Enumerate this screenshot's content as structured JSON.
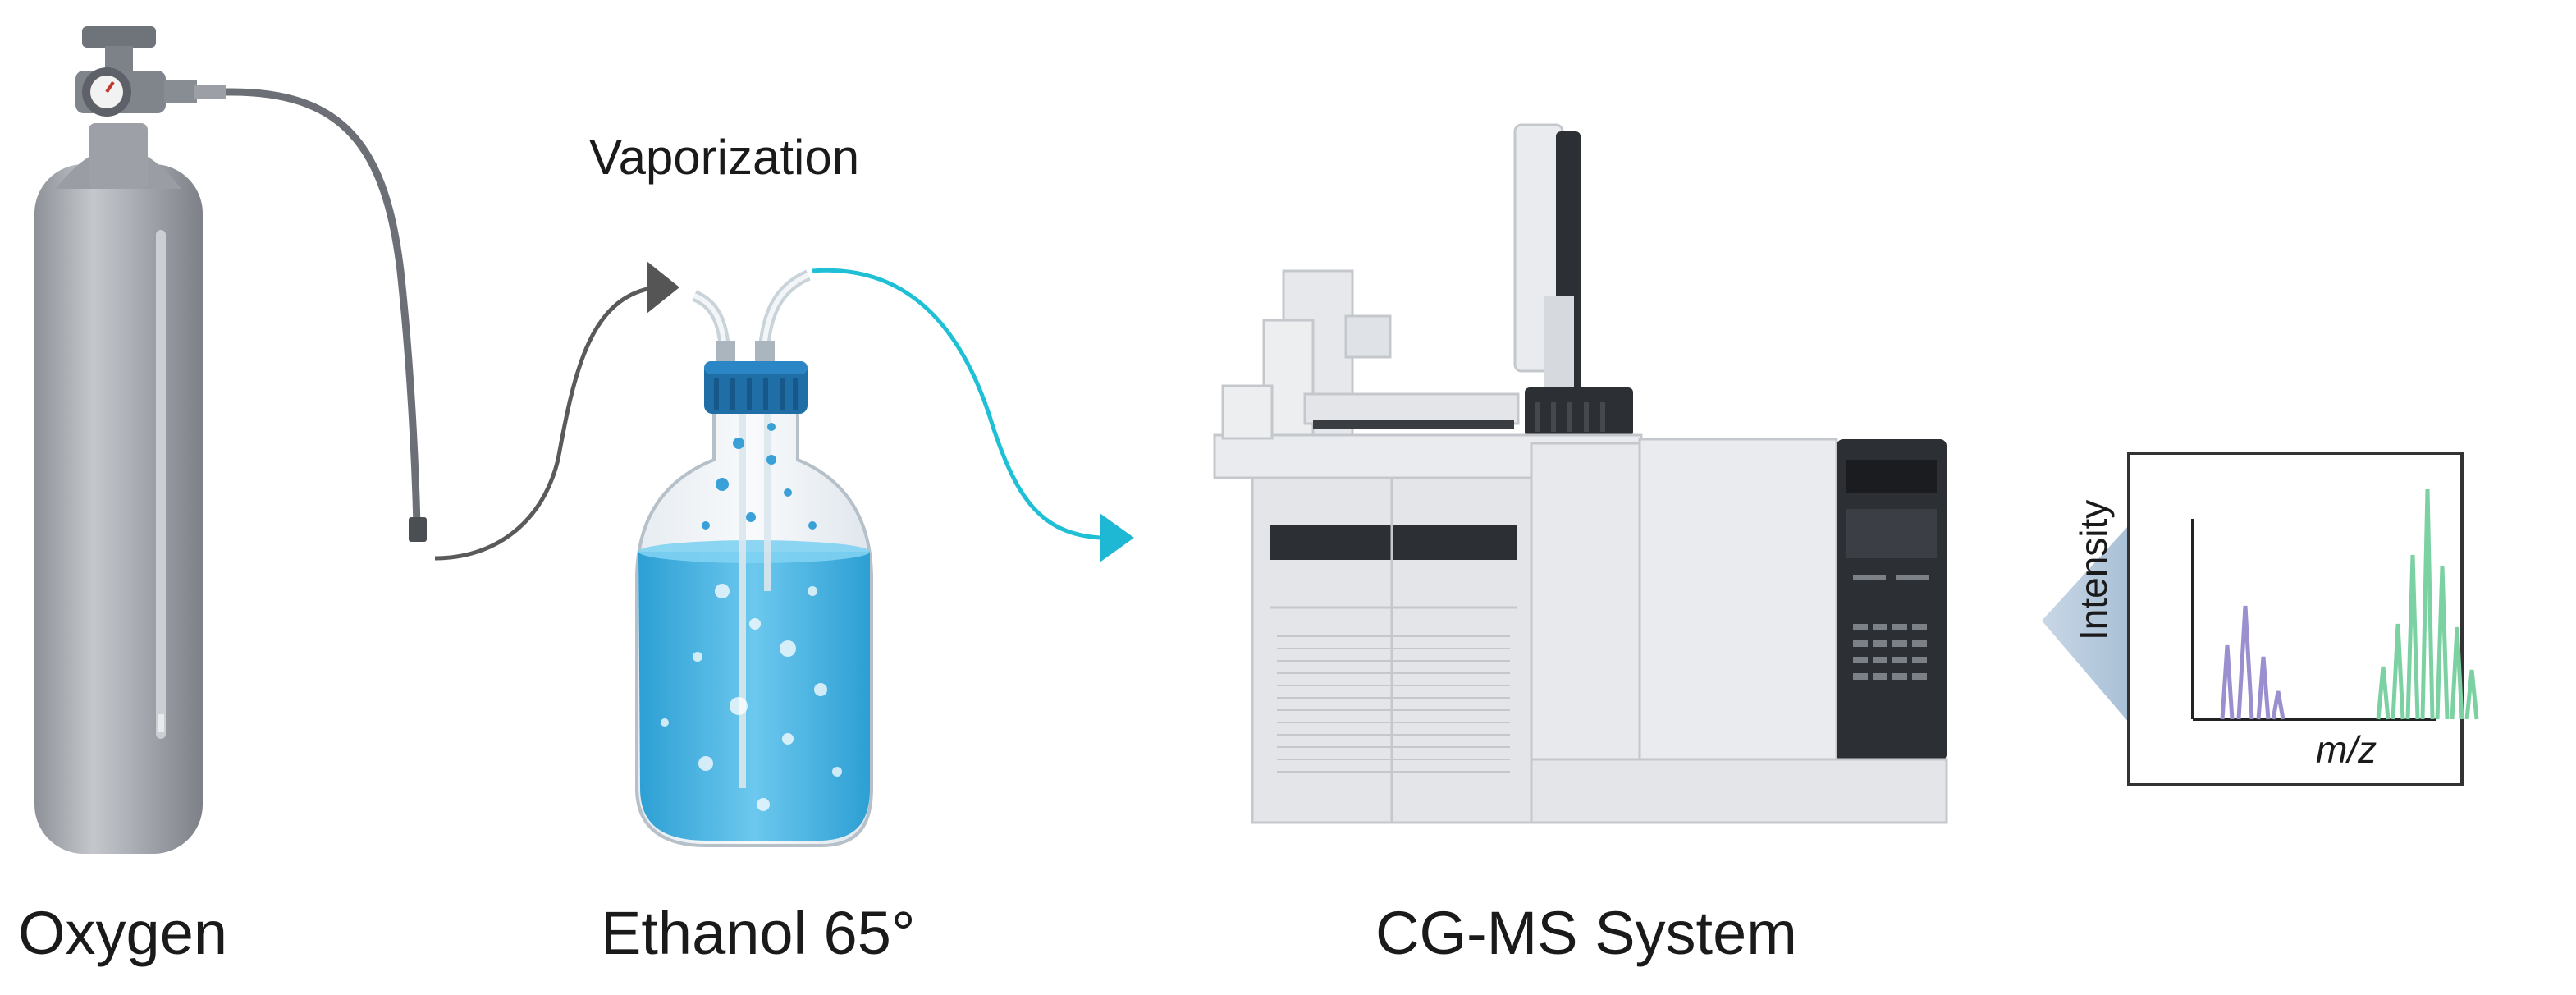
{
  "labels": {
    "oxygen": "Oxygen",
    "ethanol": "Ethanol 65°",
    "system": "CG-MS System",
    "vaporization": "Vaporization"
  },
  "spectrum": {
    "y_axis_label": "Intensity",
    "x_axis_label": "m/z"
  },
  "colors": {
    "cylinder": "#a9adb3",
    "liquid": "#3aaede",
    "bottle_cap": "#1f6fa6",
    "flow_arrow_in": "#555555",
    "flow_arrow_out": "#1fc0d6",
    "peaks_left": "#9b8fd0",
    "peaks_right": "#7cd1a3",
    "instrument_body": "#e3e5e8",
    "instrument_dark": "#2c2f33",
    "callout": "#b9cde0"
  },
  "icons": [
    "oxygen-cylinder-icon",
    "gas-regulator-icon",
    "bottle-icon",
    "gc-ms-instrument-icon",
    "mass-spectrum-icon"
  ]
}
